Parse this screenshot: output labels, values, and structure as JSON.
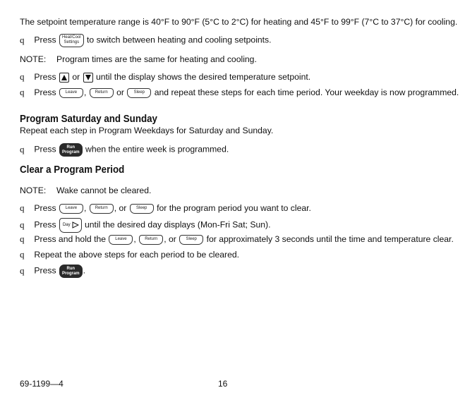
{
  "intro": "The setpoint temperature range is 40°F to 90°F (5°C to 2°C) for heating and 45°F to 99°F (7°C to 37°C) for cooling.",
  "bullet_char": "q",
  "keys": {
    "heat_cool": [
      "Heat/Cool",
      "Settings"
    ],
    "leave": "Leave",
    "return": "Return",
    "sleep": "Sleep",
    "day": "Day",
    "run_program": [
      "Run",
      "Program"
    ]
  },
  "step1": {
    "press": "Press",
    "rest": "to switch between heating and cooling setpoints."
  },
  "note1": {
    "label": "NOTE:",
    "text": "Program times are the same for heating and cooling."
  },
  "step2": {
    "press": "Press",
    "or": "or",
    "rest": "until the display shows the desired temperature setpoint."
  },
  "step3": {
    "press": "Press",
    "sep": ",",
    "or": "or",
    "rest": "and repeat these steps for each time period. Your weekday is now programmed."
  },
  "section1": {
    "title": "Program Saturday and Sunday",
    "text": "Repeat each step in Program Weekdays for Saturday and Sunday."
  },
  "step4": {
    "press": "Press",
    "rest": "when the entire week is programmed."
  },
  "section2": {
    "title": "Clear a Program Period"
  },
  "note2": {
    "label": "NOTE:",
    "text": "Wake cannot be cleared."
  },
  "step5": {
    "press": "Press",
    "sep": ",",
    "or": ", or",
    "rest": "for the program period you want to clear."
  },
  "step6": {
    "press": "Press",
    "rest": "until the desired day displays (Mon-Fri Sat; Sun)."
  },
  "step7": {
    "press": "Press and hold the",
    "sep": ",",
    "or": ", or",
    "rest": "for approximately 3 seconds until the time and temperature clear."
  },
  "step8": {
    "text": "Repeat the above steps for each period to be cleared."
  },
  "step9": {
    "press": "Press",
    "end": "."
  },
  "footer": {
    "doc_number": "69-1199—4",
    "page_number": "16"
  }
}
